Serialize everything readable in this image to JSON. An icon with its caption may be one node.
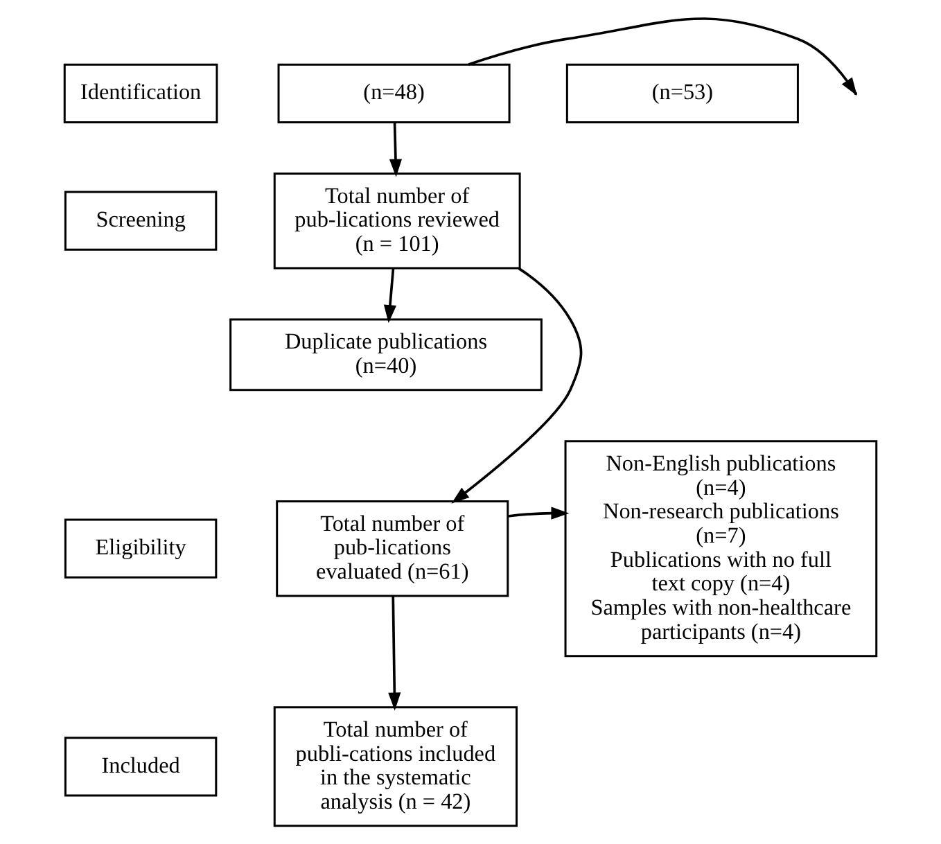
{
  "diagram": {
    "nodes": [
      {
        "text": [
          "Identification"
        ]
      },
      {
        "text": [
          "(n=48)"
        ]
      },
      {
        "text": [
          "(n=53)"
        ]
      },
      {
        "text": [
          "Screening"
        ]
      },
      {
        "text": [
          "Total number of pub-lications reviewed (n = 101)"
        ]
      },
      {
        "text": [
          "Duplicate publications (n=40)"
        ]
      },
      {
        "text": [
          "Eligibility"
        ]
      },
      {
        "text": [
          "Total number of pub-lications evaluated (n=61)"
        ]
      },
      {
        "text": [
          "Non-English publications (n=4)",
          "Non-research publications (n=7)",
          "Publications with no full text copy (n=4)",
          "Samples with non-healthcare participants (n=4)"
        ]
      },
      {
        "text": [
          "Included"
        ]
      },
      {
        "text": [
          "Total number of publi-cations included in the systematic analysis (n = 42)"
        ]
      }
    ],
    "edges": [
      {
        "from": 1,
        "to": null,
        "arrow": "to"
      },
      {
        "from": 1,
        "to": 4,
        "arrow": "to"
      },
      {
        "from": 4,
        "to": 7,
        "arrow": "to"
      },
      {
        "from": 4,
        "to": 5,
        "arrow": "to"
      },
      {
        "from": 7,
        "to": 8,
        "arrow": "to"
      },
      {
        "from": 7,
        "to": 10,
        "arrow": "to"
      }
    ]
  }
}
